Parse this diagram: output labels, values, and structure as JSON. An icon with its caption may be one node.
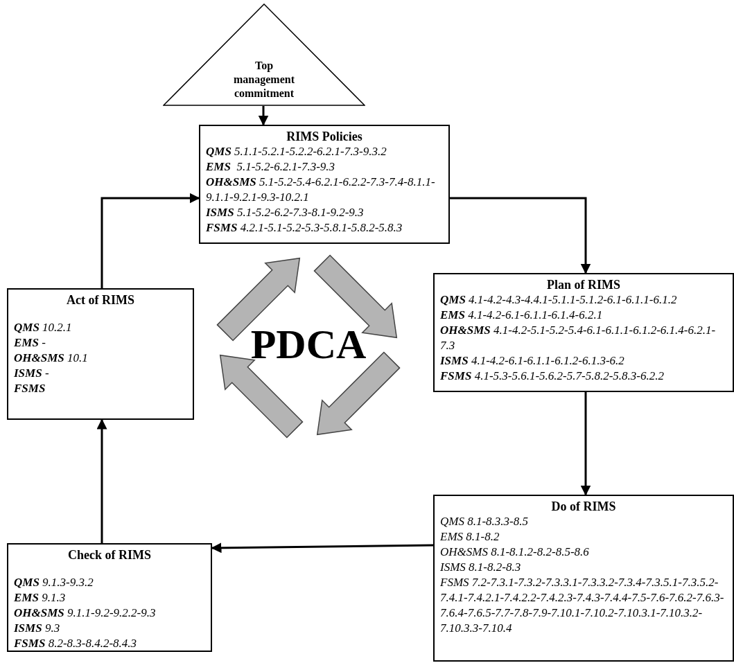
{
  "diagram": {
    "nodes": [
      {
        "text": [
          "Top management commitment"
        ]
      },
      {
        "text": [
          "RIMS Policies",
          "**QMS** 5.1.1-5.2.1-5.2.2-6.2.1-7.3-9.3.2",
          "**EMS**  5.1-5.2-6.2.1-7.3-9.3",
          "**OH&SMS** 5.1-5.2-5.4-6.2.1-6.2.2-7.3-7.4-8.1.1-9.1.1-9.2.1-9.3-10.2.1",
          "**ISMS** 5.1-5.2-6.2-7.3-8.1-9.2-9.3",
          "**FSMS** 4.2.1-5.1-5.2-5.3-5.8.1-5.8.2-5.8.3"
        ]
      },
      {
        "text": [
          "Plan of RIMS",
          "**QMS** 4.1-4.2-4.3-4.4.1-5.1.1-5.1.2-6.1-6.1.1-6.1.2",
          "**EMS** 4.1-4.2-6.1-6.1.1-6.1.4-6.2.1",
          "**OH&SMS** 4.1-4.2-5.1-5.2-5.4-6.1-6.1.1-6.1.2-6.1.4-6.2.1-7.3",
          "**ISMS** 4.1-4.2-6.1-6.1.1-6.1.2-6.1.3-6.2",
          "**FSMS** 4.1-5.3-5.6.1-5.6.2-5.7-5.8.2-5.8.3-6.2.2"
        ]
      },
      {
        "text": [
          "Do of RIMS",
          "QMS 8.1-8.3.3-8.5",
          "EMS 8.1-8.2",
          "OH&SMS 8.1-8.1.2-8.2-8.5-8.6",
          "ISMS 8.1-8.2-8.3",
          "FSMS 7.2-7.3.1-7.3.2-7.3.3.1-7.3.3.2-7.3.4-7.3.5.1-7.3.5.2-7.4.1-7.4.2.1-7.4.2.2-7.4.2.3-7.4.3-7.4.4-7.5-7.6-7.6.2-7.6.3-7.6.4-7.6.5-7.7-7.8-7.9-7.10.1-7.10.2-7.10.3.1-7.10.3.2-7.10.3.3-7.10.4"
        ]
      },
      {
        "text": [
          "Check of RIMS",
          "**QMS** 9.1.3-9.3.2",
          "**EMS** 9.1.3",
          "**OH&SMS** 9.1.1-9.2-9.2.2-9.3",
          "**ISMS** 9.3",
          "**FSMS** 8.2-8.3-8.4.2-8.4.3"
        ]
      },
      {
        "text": [
          "Act of RIMS",
          "**QMS** 10.2.1",
          "**EMS** -",
          "**OH&SMS** 10.1",
          "**ISMS** -",
          "**FSMS**"
        ]
      }
    ],
    "edges": [
      {
        "from": 0,
        "to": 1,
        "arrow": "to"
      },
      {
        "from": 1,
        "to": 2,
        "arrow": "to"
      },
      {
        "from": 2,
        "to": 3,
        "arrow": "to"
      },
      {
        "from": 3,
        "to": 4,
        "arrow": "to"
      },
      {
        "from": 4,
        "to": 5,
        "arrow": "to"
      },
      {
        "from": 5,
        "to": 1,
        "arrow": "to"
      }
    ],
    "labels": [
      "PDCA"
    ]
  }
}
